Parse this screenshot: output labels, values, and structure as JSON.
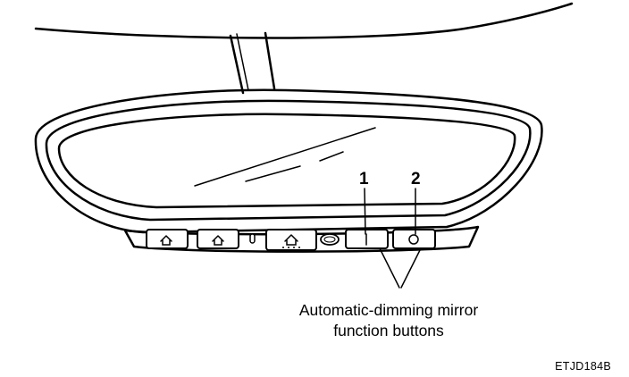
{
  "callouts": [
    {
      "label": "1"
    },
    {
      "label": "2"
    }
  ],
  "caption": {
    "line1": "Automatic-dimming mirror",
    "line2": "function buttons"
  },
  "figure_code": "ETJD184B",
  "icons": [
    "homelink-button-1-icon",
    "homelink-button-2-icon",
    "indicator-led-icon",
    "homelink-button-3-icon",
    "light-sensor-icon",
    "auto-dimming-on-icon",
    "auto-dimming-off-icon"
  ]
}
